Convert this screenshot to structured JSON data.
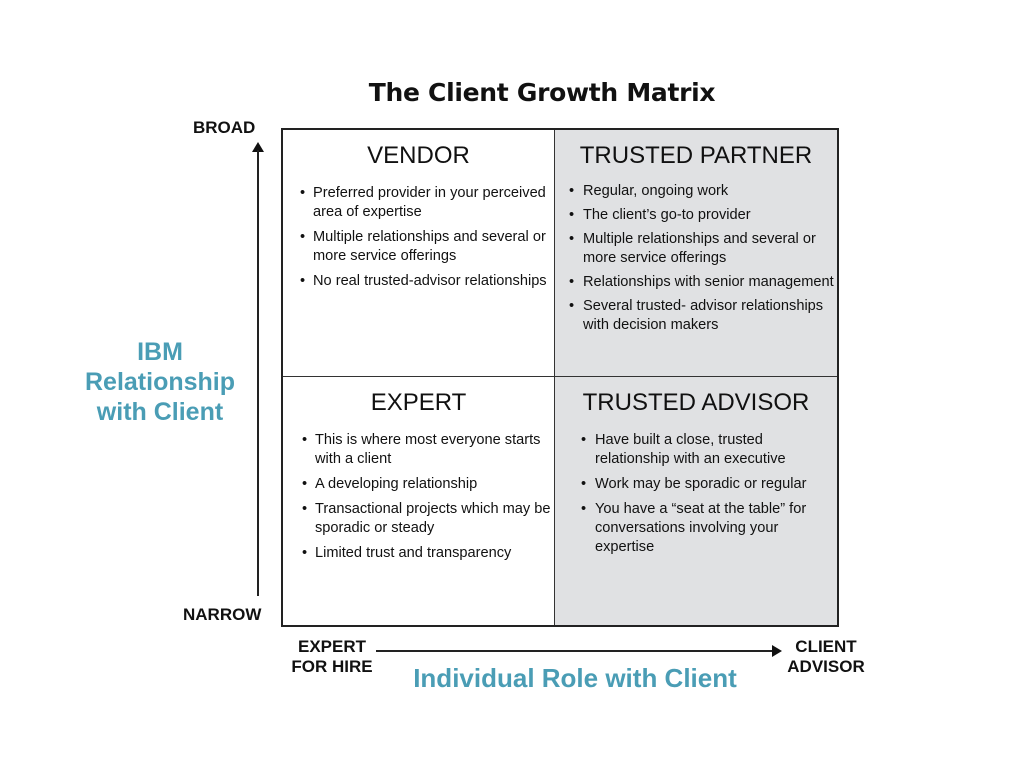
{
  "title": "The Client Growth Matrix",
  "y_axis": {
    "title_lines": [
      "IBM",
      "Relationship",
      "with Client"
    ],
    "top_label": "BROAD",
    "bottom_label": "NARROW"
  },
  "x_axis": {
    "title": "Individual Role with Client",
    "left_label_lines": [
      "EXPERT",
      "FOR HIRE"
    ],
    "right_label_lines": [
      "CLIENT",
      "ADVISOR"
    ]
  },
  "colors": {
    "axis_title": "#4a9db5",
    "grey_quadrant": "#e0e1e3",
    "white_quadrant": "#ffffff"
  },
  "quadrants": [
    {
      "heading": "VENDOR",
      "position": "top-left",
      "bullets": [
        "Preferred provider in your perceived area of expertise",
        "Multiple relationships and several or more service offerings",
        "No real trusted-advisor relationships"
      ]
    },
    {
      "heading": "TRUSTED PARTNER",
      "position": "top-right",
      "bullets": [
        "Regular, ongoing work",
        "The client’s go-to provider",
        "Multiple relationships and several or more service offerings",
        "Relationships with senior management",
        "Several trusted- advisor relationships with decision makers"
      ]
    },
    {
      "heading": "EXPERT",
      "position": "bottom-left",
      "bullets": [
        "This is where most everyone starts with a client",
        "A developing relationship",
        "Transactional projects which may be sporadic or steady",
        "Limited trust and transparency"
      ]
    },
    {
      "heading": "TRUSTED ADVISOR",
      "position": "bottom-right",
      "bullets": [
        "Have built a close, trusted relationship with an executive",
        "Work may be sporadic or regular",
        "You have a “seat at the table” for conversations involving your expertise"
      ]
    }
  ]
}
